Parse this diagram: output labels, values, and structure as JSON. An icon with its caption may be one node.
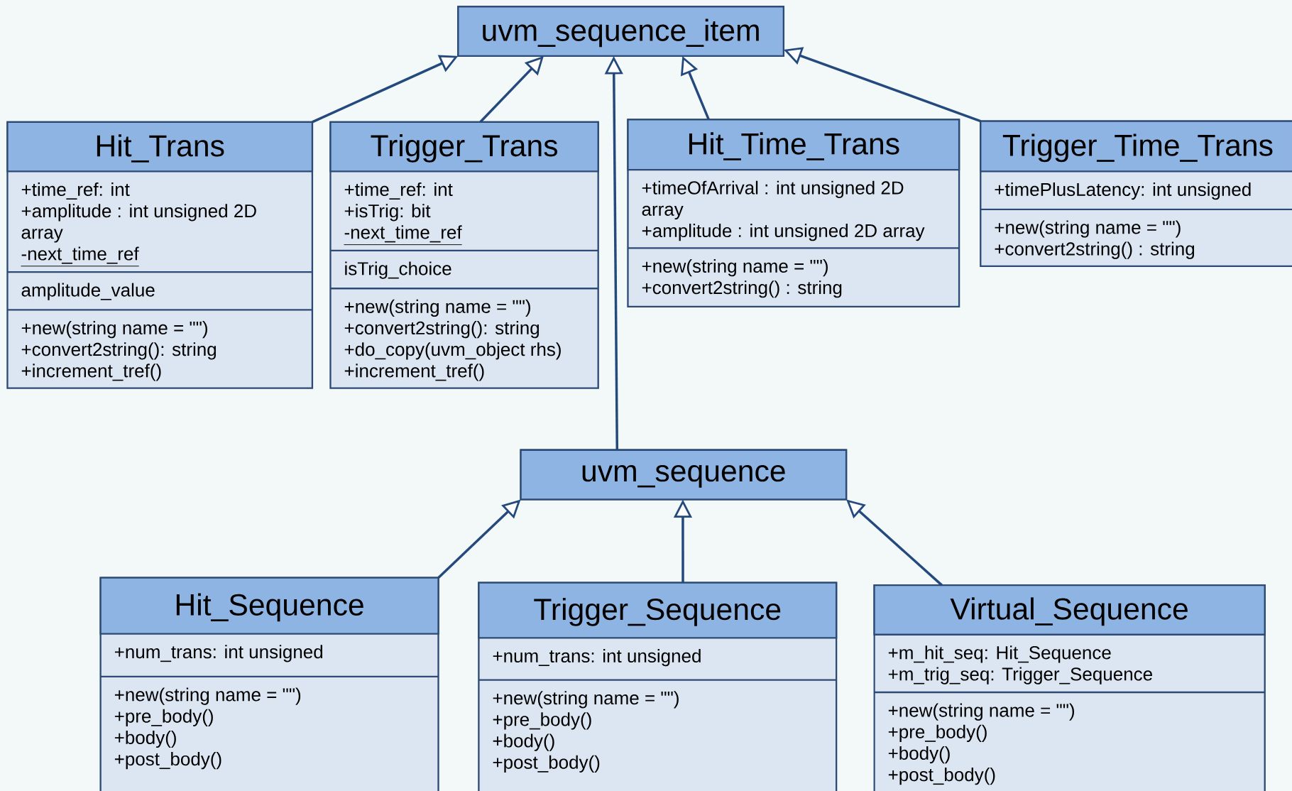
{
  "diagram": {
    "nodes": [
      {
        "text": [
          "uvm_sequence_item"
        ]
      },
      {
        "text": [
          "Hit_Trans",
          "+time_ref: int",
          "+amplitude : int unsigned 2D array",
          "-next_time_ref",
          "amplitude_value",
          "+new(string name = \"\")",
          "+convert2string(): string",
          "+increment_tref()"
        ]
      },
      {
        "text": [
          "Trigger_Trans",
          "+time_ref: int",
          "+isTrig: bit",
          "-next_time_ref",
          "isTrig_choice",
          "+new(string name = \"\")",
          "+convert2string(): string",
          "+do_copy(uvm_object rhs)",
          "+increment_tref()"
        ]
      },
      {
        "text": [
          "Hit_Time_Trans",
          "+timeOfArrival : int unsigned 2D array",
          "+amplitude : int unsigned 2D array",
          "+new(string name = \"\")",
          "+convert2string() : string"
        ]
      },
      {
        "text": [
          "Trigger_Time_Trans",
          "+timePlusLatency: int unsigned",
          "+new(string name = \"\")",
          "+convert2string() : string"
        ]
      },
      {
        "text": [
          "uvm_sequence"
        ]
      },
      {
        "text": [
          "Hit_Sequence",
          "+num_trans: int unsigned",
          "+new(string name = \"\")",
          "+pre_body()",
          "+body()",
          "+post_body()"
        ]
      },
      {
        "text": [
          "Trigger_Sequence",
          "+num_trans: int unsigned",
          "+new(string name = \"\")",
          "+pre_body()",
          "+body()",
          "+post_body()"
        ]
      },
      {
        "text": [
          "Virtual_Sequence",
          "+m_hit_seq: Hit_Sequence",
          "+m_trig_seq: Trigger_Sequence",
          "+new(string name = \"\")",
          "+pre_body()",
          "+body()",
          "+post_body()"
        ]
      }
    ],
    "edges": [
      {
        "from": 1,
        "to": 0,
        "arrow": "to"
      },
      {
        "from": 2,
        "to": 0,
        "arrow": "to"
      },
      {
        "from": 3,
        "to": 0,
        "arrow": "to"
      },
      {
        "from": 4,
        "to": 0,
        "arrow": "to"
      },
      {
        "from": 5,
        "to": 0,
        "arrow": "to"
      },
      {
        "from": 6,
        "to": 5,
        "arrow": "to"
      },
      {
        "from": 7,
        "to": 5,
        "arrow": "to"
      },
      {
        "from": 8,
        "to": 5,
        "arrow": "to"
      }
    ]
  }
}
